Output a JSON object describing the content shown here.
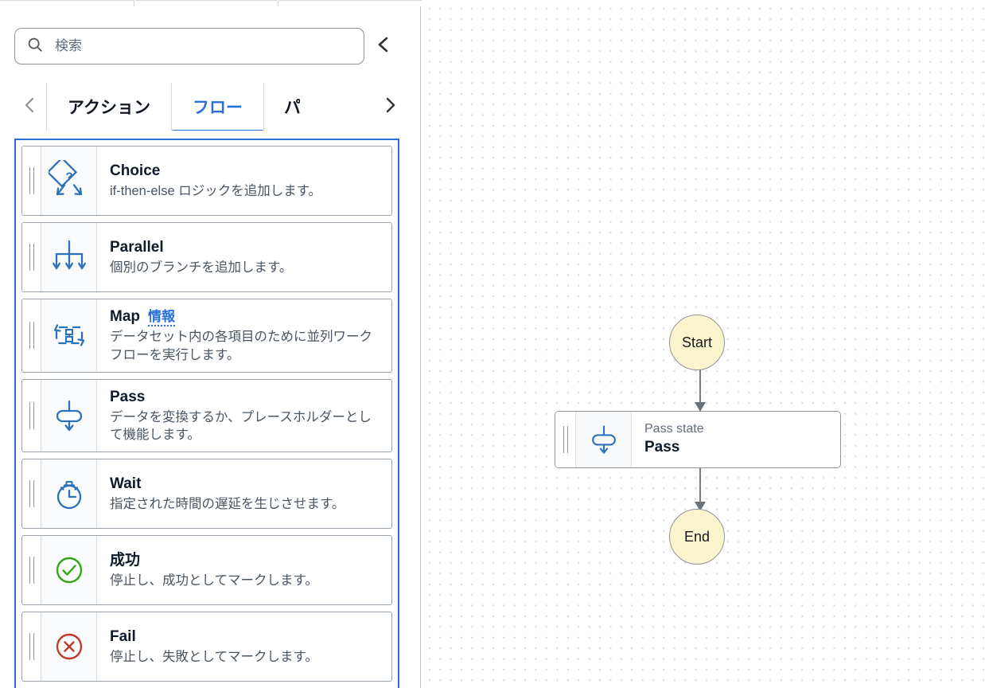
{
  "panel": {
    "search": {
      "placeholder": "検索",
      "value": "",
      "icon": "search-icon"
    },
    "collapse_icon": "chevron-left-icon",
    "tabs": {
      "prev_icon": "chevron-left-icon",
      "next_icon": "chevron-right-icon",
      "items": [
        {
          "label": "アクション",
          "active": false
        },
        {
          "label": "フロー",
          "active": true
        },
        {
          "label": "パ",
          "active": false
        }
      ]
    },
    "states": [
      {
        "name": "Choice",
        "description": "if-then-else ロジックを追加します。",
        "icon": "choice-icon",
        "info_label": ""
      },
      {
        "name": "Parallel",
        "description": "個別のブランチを追加します。",
        "icon": "parallel-icon",
        "info_label": ""
      },
      {
        "name": "Map",
        "description": "データセット内の各項目のために並列ワークフローを実行します。",
        "icon": "map-icon",
        "info_label": "情報"
      },
      {
        "name": "Pass",
        "description": "データを変換するか、プレースホルダーとして機能します。",
        "icon": "pass-icon",
        "info_label": ""
      },
      {
        "name": "Wait",
        "description": "指定された時間の遅延を生じさせます。",
        "icon": "wait-icon",
        "info_label": ""
      },
      {
        "name": "成功",
        "description": "停止し、成功としてマークします。",
        "icon": "success-icon",
        "info_label": ""
      },
      {
        "name": "Fail",
        "description": "停止し、失敗としてマークします。",
        "icon": "fail-icon",
        "info_label": ""
      }
    ]
  },
  "canvas": {
    "start_label": "Start",
    "end_label": "End",
    "pass_node": {
      "subtitle": "Pass state",
      "title": "Pass",
      "icon": "pass-icon"
    }
  },
  "colors": {
    "accent_blue": "#2b6fdb",
    "icon_blue": "#2d72b8",
    "success_green": "#37a513",
    "fail_red": "#c0392b",
    "terminal_yellow": "#fbf5ce",
    "border_gray": "#8f9499",
    "muted_text": "#5f6b7a"
  }
}
